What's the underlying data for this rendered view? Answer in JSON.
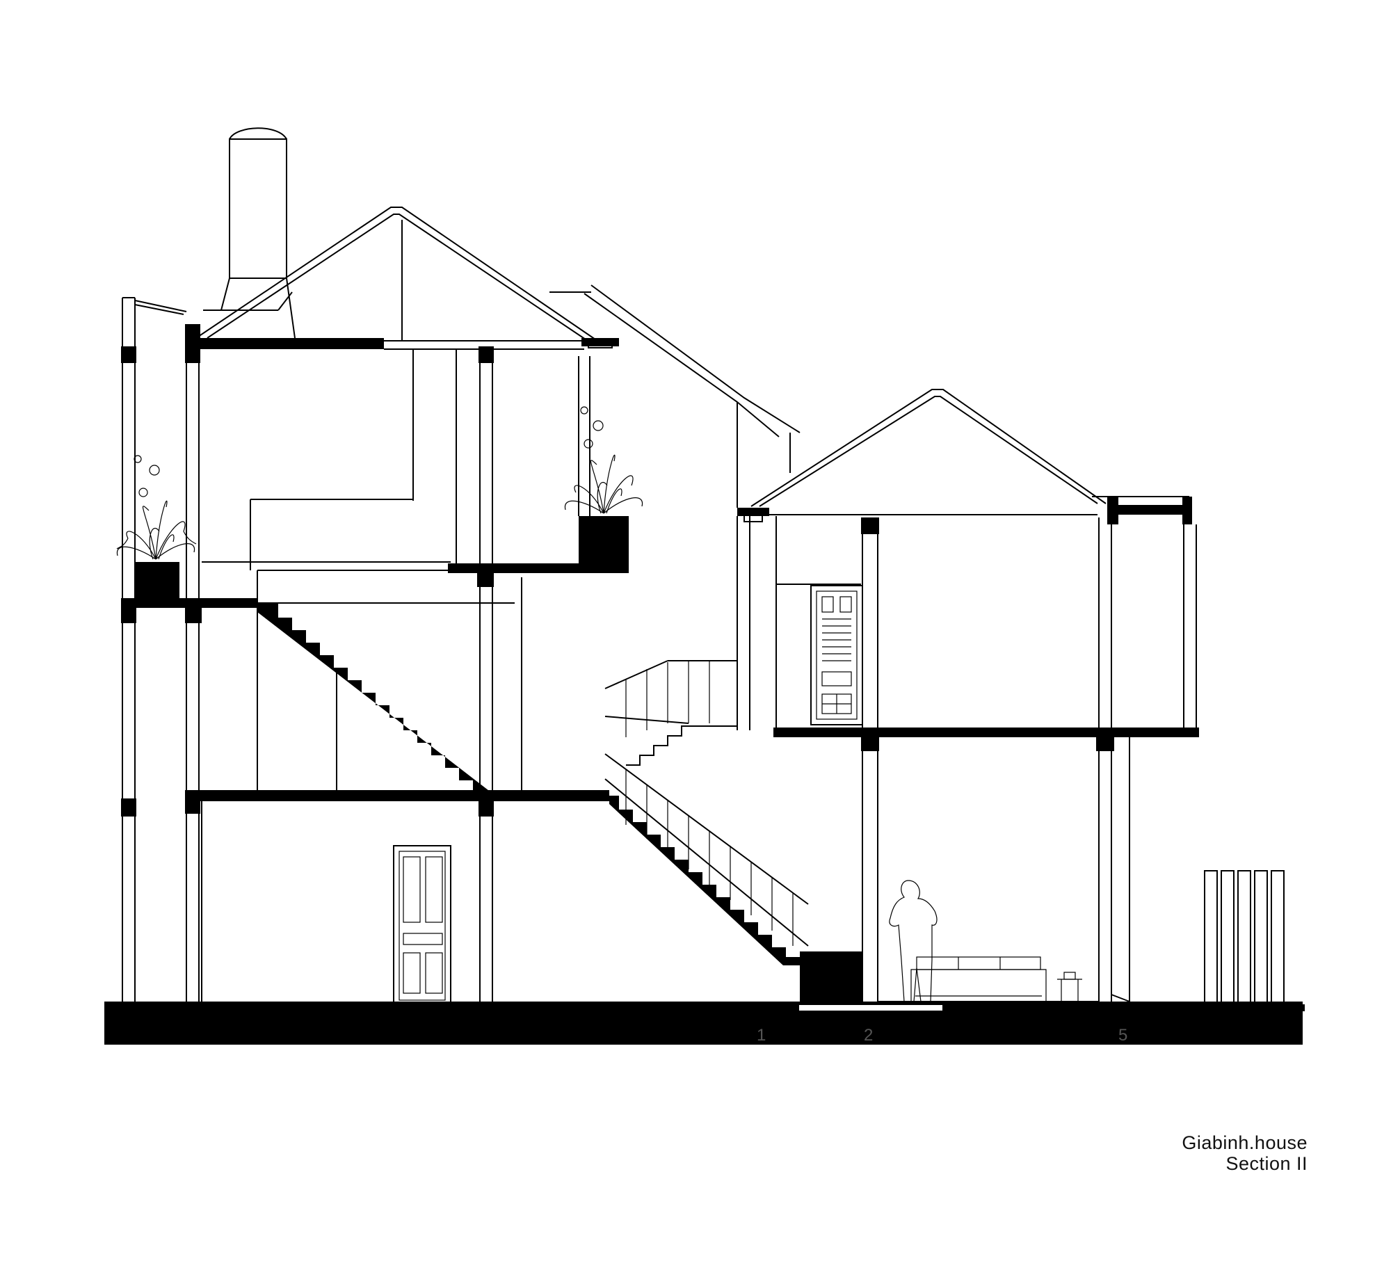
{
  "title_block": {
    "project": "Giabinh.house",
    "sheet": "Section II"
  },
  "scale_bar": {
    "labels": [
      "1",
      "2",
      "5"
    ]
  },
  "icons": {
    "plant_left": "potted-plant-icon",
    "plant_right": "potted-plant-icon",
    "person": "standing-person-icon",
    "sofa": "sofa-icon"
  }
}
